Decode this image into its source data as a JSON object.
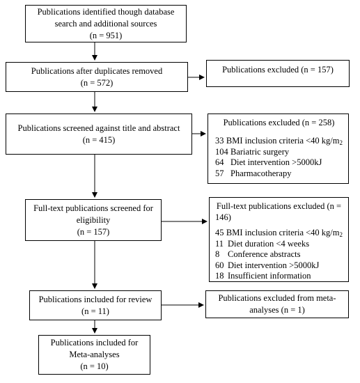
{
  "boxes": {
    "identified": {
      "lines": [
        "Publications identified though database",
        "search and additional sources",
        "(n = 951)"
      ]
    },
    "after_duplicates": {
      "lines": [
        "Publications after duplicates removed",
        "(n = 572)"
      ]
    },
    "excluded_1": {
      "lines": [
        "Publications excluded (n = 157)"
      ]
    },
    "screened": {
      "lines": [
        "Publications screened against title and abstract",
        "(n = 415)"
      ]
    },
    "excluded_2": {
      "header": "Publications excluded (n = 258)",
      "items": [
        {
          "n": "33",
          "label": "BMI inclusion criteria <40 kg/m",
          "sub": "2"
        },
        {
          "n": "104",
          "label": "Bariatric surgery",
          "sub": ""
        },
        {
          "n": "64",
          "label": "Diet intervention >5000kJ",
          "sub": ""
        },
        {
          "n": "57",
          "label": "Pharmacotherapy",
          "sub": ""
        }
      ]
    },
    "fulltext": {
      "lines": [
        "Full-text publications screened for",
        "eligibility",
        "(n = 157)"
      ]
    },
    "excluded_3": {
      "header_lines": [
        "Full-text publications excluded (n =",
        "146)"
      ],
      "items": [
        {
          "n": "45",
          "label": "BMI inclusion criteria <40 kg/m",
          "sub": "2"
        },
        {
          "n": "11",
          "label": "Diet duration <4 weeks",
          "sub": ""
        },
        {
          "n": "8",
          "label": "Conference abstracts",
          "sub": ""
        },
        {
          "n": "60",
          "label": "Diet intervention >5000kJ",
          "sub": ""
        },
        {
          "n": "18",
          "label": "Insufficient information",
          "sub": ""
        }
      ]
    },
    "review": {
      "lines": [
        "Publications included for review",
        "(n = 11)"
      ]
    },
    "excluded_4": {
      "lines": [
        "Publications excluded from meta-",
        "analyses (n = 1)"
      ]
    },
    "meta": {
      "lines": [
        "Publications included for",
        "Meta-analyses",
        "(n = 10)"
      ]
    }
  }
}
